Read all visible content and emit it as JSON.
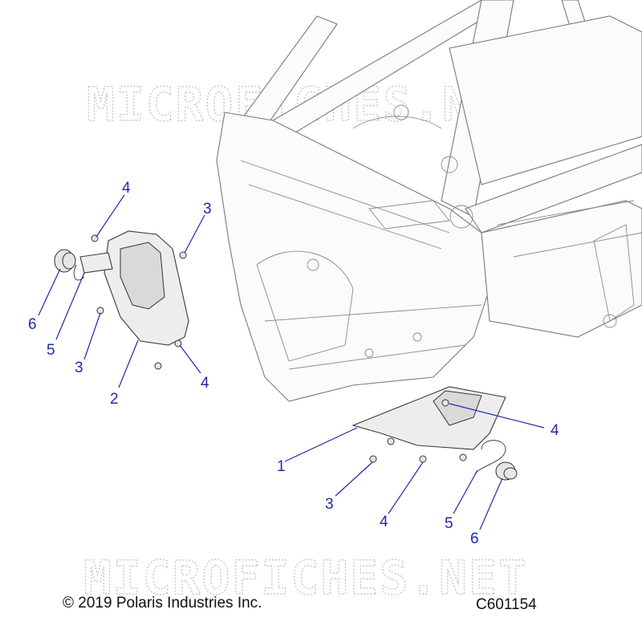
{
  "watermark": {
    "text": "MICROFICHES.NET"
  },
  "footer": {
    "copyright": "© 2019 Polaris Industries Inc.",
    "diagram_id": "C601154"
  },
  "callouts": [
    {
      "label": "4"
    },
    {
      "label": "3"
    },
    {
      "label": "6"
    },
    {
      "label": "5"
    },
    {
      "label": "3"
    },
    {
      "label": "2"
    },
    {
      "label": "4"
    },
    {
      "label": "4"
    },
    {
      "label": "1"
    },
    {
      "label": "3"
    },
    {
      "label": "4"
    },
    {
      "label": "5"
    },
    {
      "label": "6"
    }
  ],
  "colors": {
    "callout": "#1f2aa8",
    "line_art": "#333333",
    "watermark": "#c8c8c8"
  }
}
